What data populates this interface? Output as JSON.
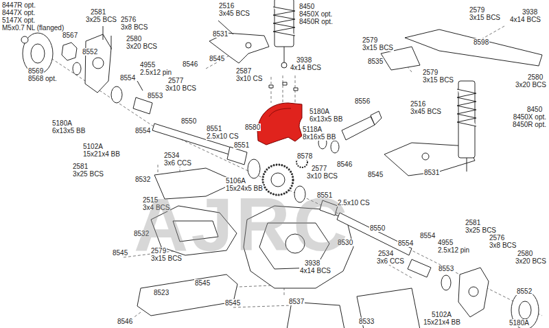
{
  "diagram": {
    "labels": [
      "8447R opt.",
      "8447X opt.",
      "5147X opt.",
      "M5x0.7 NL (flanged)",
      "2581",
      "3x25 BCS",
      "2576",
      "3x8 BCS",
      "8567",
      "2580",
      "3x20 BCS",
      "8552",
      "8569",
      "8568 opt.",
      "4955",
      "2.5x12 pin",
      "8554",
      "2577",
      "3x10 BCS",
      "8546",
      "2516",
      "3x45 BCS",
      "8531",
      "8545",
      "8450",
      "8450X opt.",
      "8450R opt.",
      "2587",
      "3x10 CS",
      "3938",
      "4x14 BCS",
      "2579",
      "3x15 BCS",
      "3938",
      "4x14 BCS",
      "8598",
      "2579",
      "3x15 BCS",
      "8535",
      "2579",
      "3x15 BCS",
      "2580",
      "3x20 BCS",
      "8553",
      "5180A",
      "6x13x5 BB",
      "8550",
      "8551",
      "2.5x10 CS",
      "8554",
      "5102A",
      "15x21x4 BB",
      "2581",
      "3x25 BCS",
      "8580",
      "5180A",
      "6x13x5 BB",
      "8556",
      "5118A",
      "8x16x5 BB",
      "2516",
      "3x45 BCS",
      "8450",
      "8450X opt.",
      "8450R opt.",
      "8551",
      "2534",
      "3x6 CCS",
      "8578",
      "2577",
      "3x10 BCS",
      "8546",
      "8545",
      "8531",
      "8532",
      "5106A",
      "15x24x5 BB",
      "8551",
      "2.5x10 CS",
      "2515",
      "3x4 BCS",
      "8532",
      "8550",
      "8530",
      "2581",
      "3x25 BCS",
      "8554",
      "8554",
      "4955",
      "2.5x12 pin",
      "2576",
      "3x8 BCS",
      "8545",
      "2579",
      "3x15 BCS",
      "2534",
      "3x6 CCS",
      "2580",
      "3x20 BCS",
      "3938",
      "4x14 BCS",
      "8553",
      "8545",
      "8523",
      "8552",
      "8545",
      "8537",
      "8546",
      "8533",
      "5102A",
      "15x21x4 BB",
      "5180A",
      "AJRC"
    ]
  }
}
